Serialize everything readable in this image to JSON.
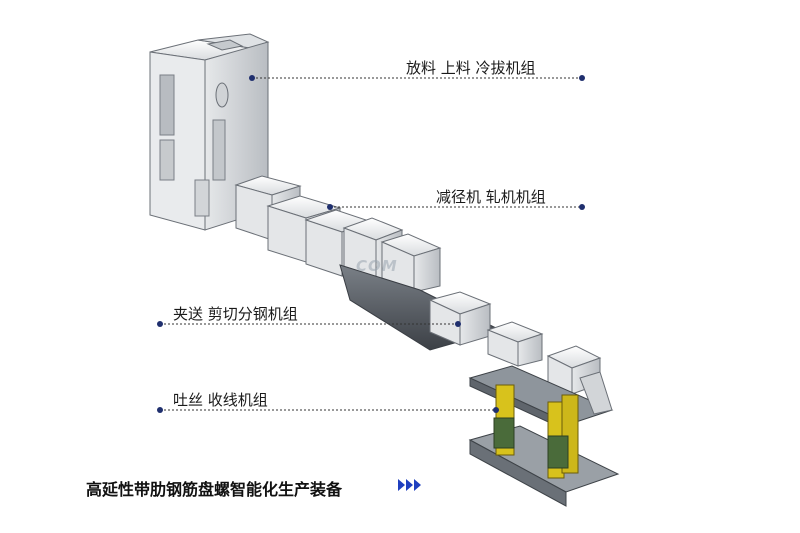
{
  "labels": {
    "top": "放料 上料 冷拔机组",
    "reducer": "减径机 轧机机组",
    "shear": "夹送 剪切分钢机组",
    "coiler": "吐丝 收线机组"
  },
  "subtitle": "高延性带肋钢筋盘螺智能化生产装备",
  "watermark": "COM",
  "colors": {
    "accent": "#1f2f6e",
    "arrow": "#1f3fbf",
    "machine_light": "#eef0f2",
    "machine_dark": "#5a5f66",
    "rail_yellow": "#d8c21c",
    "rail_green": "#4a6b3a"
  },
  "icons": {
    "arrows": "triple-right-chevron-icon"
  }
}
